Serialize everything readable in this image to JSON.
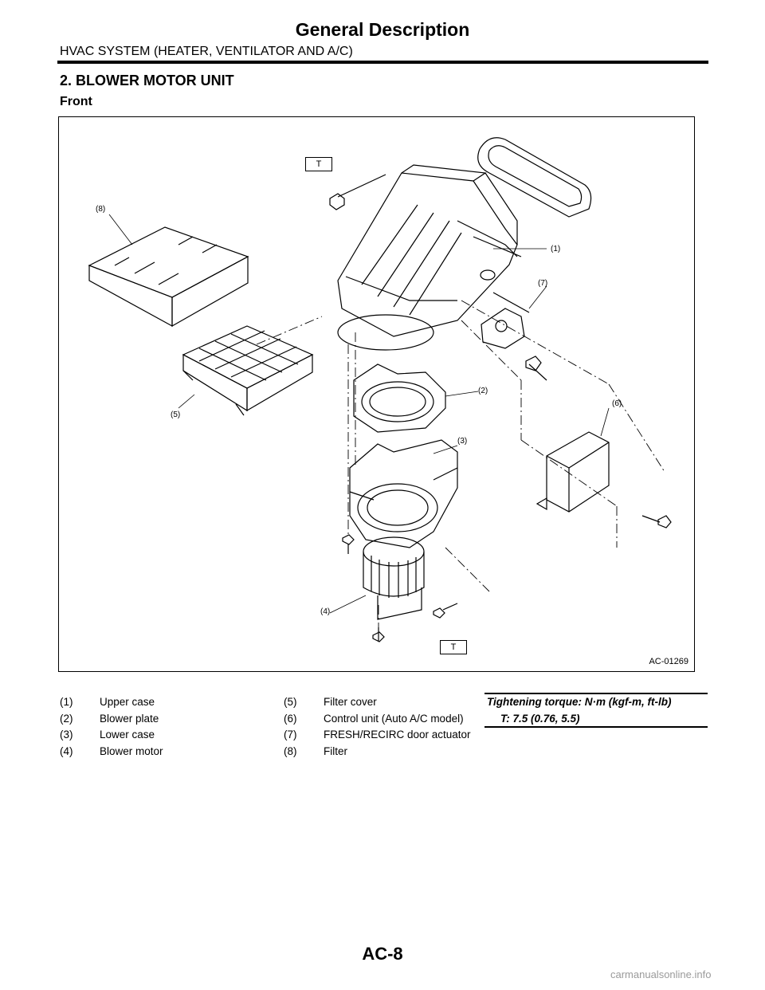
{
  "header": {
    "title": "General Description",
    "subtitle": "HVAC SYSTEM (HEATER, VENTILATOR AND A/C)"
  },
  "section": {
    "heading": "2.  BLOWER MOTOR UNIT",
    "view": "Front"
  },
  "figure": {
    "code": "AC-01269",
    "callouts": [
      "(1)",
      "(2)",
      "(3)",
      "(4)",
      "(5)",
      "(6)",
      "(7)",
      "(8)"
    ],
    "torque_marker": "T"
  },
  "legend": {
    "left": [
      {
        "num": "(1)",
        "text": "Upper case"
      },
      {
        "num": "(2)",
        "text": "Blower plate"
      },
      {
        "num": "(3)",
        "text": "Lower case"
      },
      {
        "num": "(4)",
        "text": "Blower motor"
      }
    ],
    "right": [
      {
        "num": "(5)",
        "text": "Filter cover"
      },
      {
        "num": "(6)",
        "text": "Control unit (Auto A/C model)"
      },
      {
        "num": "(7)",
        "text": "FRESH/RECIRC door actuator"
      },
      {
        "num": "(8)",
        "text": "Filter"
      }
    ]
  },
  "torque": {
    "title": "Tightening torque: N·m (kgf-m, ft-lb)",
    "value": "T:   7.5 (0.76, 5.5)"
  },
  "footer": {
    "page_number": "AC-8",
    "watermark": "carmanualsonline.info"
  }
}
